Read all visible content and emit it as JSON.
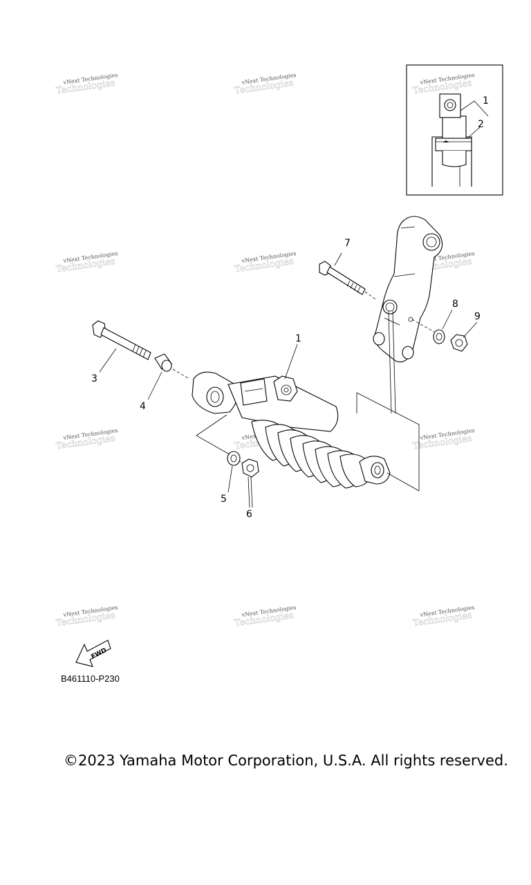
{
  "watermark": {
    "text": "vNext Technologies"
  },
  "callouts": {
    "inset_1": "1",
    "inset_2": "2",
    "c1": "1",
    "c3": "3",
    "c4": "4",
    "c5": "5",
    "c6": "6",
    "c7": "7",
    "c8": "8",
    "c9": "9"
  },
  "fwd_label": "FWD",
  "diagram_code": "B461110-P230",
  "copyright": "©2023 Yamaha Motor Corporation, U.S.A. All rights reserved."
}
